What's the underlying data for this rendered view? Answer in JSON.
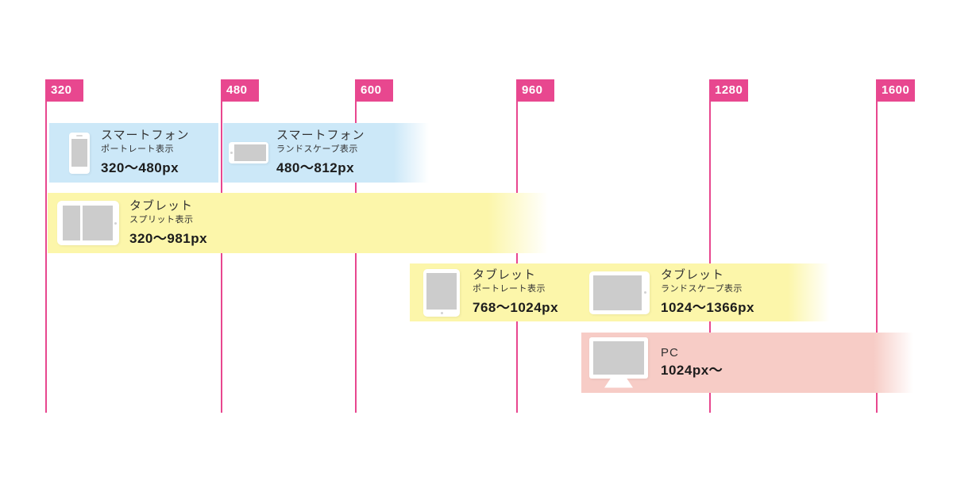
{
  "colors": {
    "accent": "#e8478f",
    "smartphone_band": "#cce8f8",
    "tablet_band": "#fcf6aa",
    "pc_band": "#f7ccc6",
    "device_screen": "#cccccc",
    "text": "#333333"
  },
  "breakpoints": [
    {
      "label": "320"
    },
    {
      "label": "480"
    },
    {
      "label": "600"
    },
    {
      "label": "960"
    },
    {
      "label": "1280"
    },
    {
      "label": "1600"
    }
  ],
  "bands": [
    {
      "device": "スマートフォン",
      "mode": "ポートレート表示",
      "range": "320〜480px",
      "icon": "smartphone-portrait-icon"
    },
    {
      "device": "スマートフォン",
      "mode": "ランドスケープ表示",
      "range": "480〜812px",
      "icon": "smartphone-landscape-icon"
    },
    {
      "device": "タブレット",
      "mode": "スプリット表示",
      "range": "320〜981px",
      "icon": "tablet-split-icon"
    },
    {
      "device": "タブレット",
      "mode": "ポートレート表示",
      "range": "768〜1024px",
      "icon": "tablet-portrait-icon"
    },
    {
      "device": "タブレット",
      "mode": "ランドスケープ表示",
      "range": "1024〜1366px",
      "icon": "tablet-landscape-icon"
    },
    {
      "device": "PC",
      "range": "1024px〜",
      "icon": "pc-monitor-icon"
    }
  ]
}
